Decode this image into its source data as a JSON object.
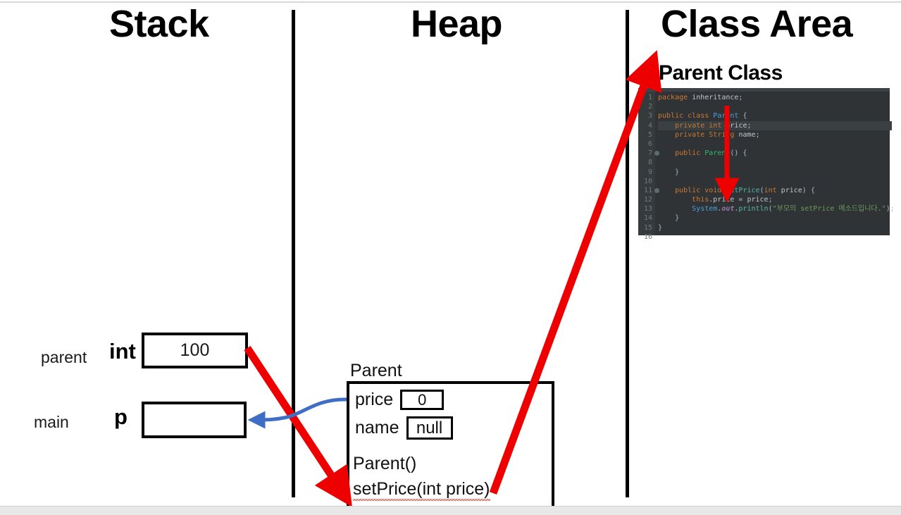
{
  "regions": {
    "stack_title": "Stack",
    "heap_title": "Heap",
    "class_area_title": "Class Area"
  },
  "stack": {
    "frames": [
      {
        "frame": "parent",
        "type": "int",
        "value": "100"
      },
      {
        "frame": "main",
        "type": "p",
        "value": ""
      }
    ]
  },
  "heap": {
    "object_name": "Parent",
    "fields": [
      {
        "label": "price",
        "value": "0"
      },
      {
        "label": "name",
        "value": "null"
      }
    ],
    "methods": [
      {
        "signature": "Parent()"
      },
      {
        "signature": "setPrice(int price)"
      }
    ]
  },
  "class_area": {
    "label": "Parent Class",
    "editor": {
      "gutter": [
        {
          "n": "1",
          "breakpoint": false
        },
        {
          "n": "2",
          "breakpoint": false
        },
        {
          "n": "3",
          "breakpoint": false
        },
        {
          "n": "4",
          "breakpoint": false
        },
        {
          "n": "5",
          "breakpoint": false
        },
        {
          "n": "6",
          "breakpoint": false
        },
        {
          "n": "7",
          "breakpoint": true
        },
        {
          "n": "8",
          "breakpoint": false
        },
        {
          "n": "9",
          "breakpoint": false
        },
        {
          "n": "10",
          "breakpoint": false
        },
        {
          "n": "11",
          "breakpoint": true
        },
        {
          "n": "12",
          "breakpoint": false
        },
        {
          "n": "13",
          "breakpoint": false
        },
        {
          "n": "14",
          "breakpoint": false
        },
        {
          "n": "15",
          "breakpoint": false
        },
        {
          "n": "16",
          "breakpoint": false
        }
      ],
      "lines": [
        "package inheritance;",
        "",
        "public class Parent {",
        "    private int price;",
        "    private String name;",
        "",
        "    public Parent() {",
        "",
        "    }",
        "",
        "    public void setPrice(int price) {",
        "        this.price = price;",
        "        System.out.println(\"부모의 setPrice 메소드입니다.\");",
        "    }",
        "}",
        ""
      ]
    }
  },
  "colors": {
    "arrow_red": "#ee0000",
    "arrow_blue": "#3f6fc4",
    "editor_background": "#2f3336",
    "keyword": "#cc7832",
    "class_name": "#4a9fd4",
    "method_name": "#56b6a4",
    "string": "#6a9b5b"
  }
}
